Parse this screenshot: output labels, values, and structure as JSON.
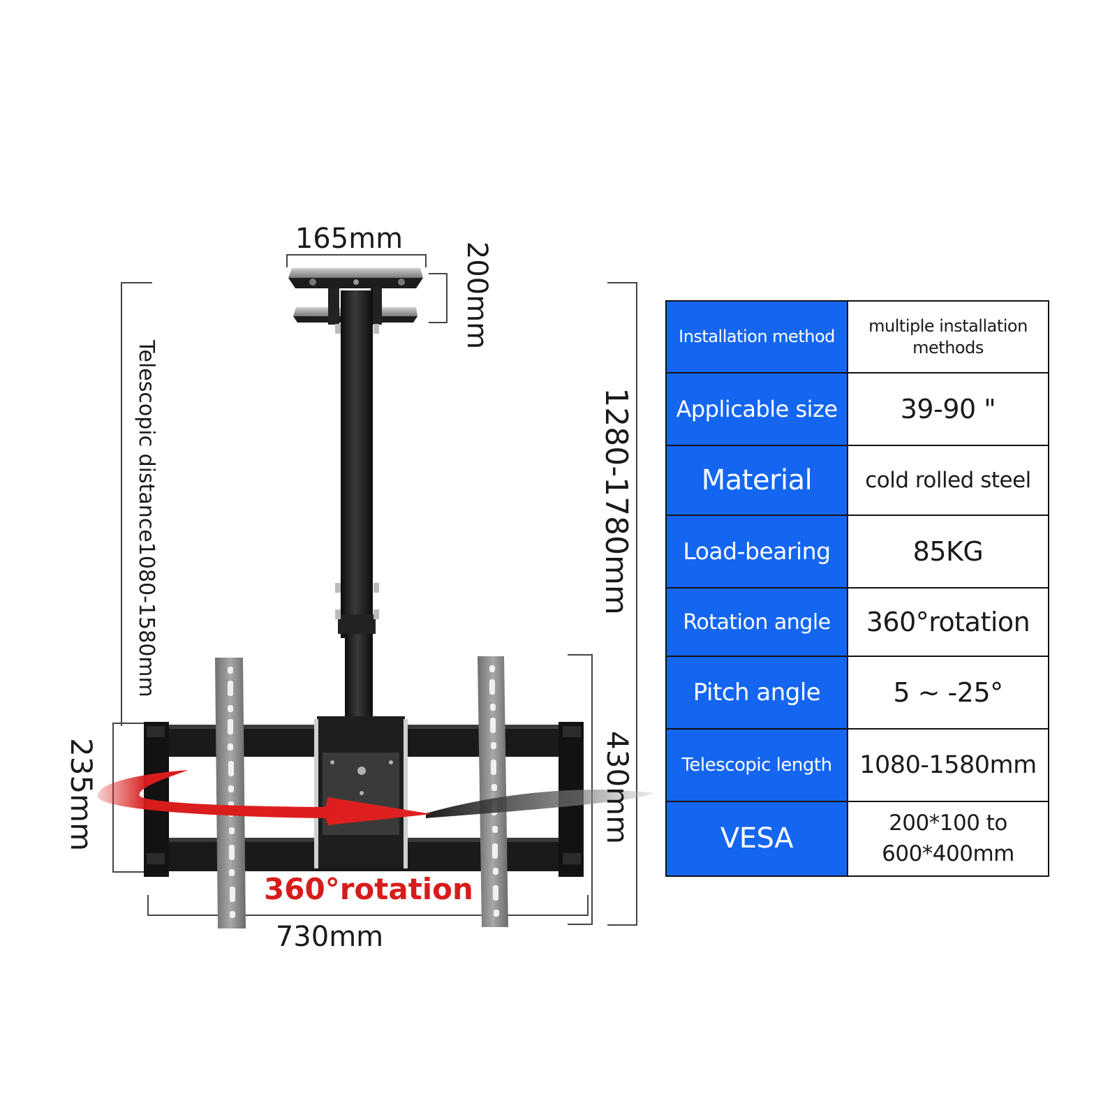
{
  "dimensions": {
    "plate_width": "165mm",
    "plate_height": "200mm",
    "total_height": "1280-1780mm",
    "telescopic_distance": "Telescopic distance1080-1580mm",
    "frame_height": "430mm",
    "bar_height": "235mm",
    "frame_width": "730mm",
    "rotation": "360°rotation"
  },
  "specs": [
    {
      "key": "Installation method",
      "value": "multiple installation methods"
    },
    {
      "key": "Applicable size",
      "value": "39-90 \""
    },
    {
      "key": "Material",
      "value": "cold rolled steel"
    },
    {
      "key": "Load-bearing",
      "value": "85KG"
    },
    {
      "key": "Rotation angle",
      "value": "360°rotation"
    },
    {
      "key": "Pitch angle",
      "value": "5 ~ -25°"
    },
    {
      "key": "Telescopic length",
      "value": "1080-1580mm"
    },
    {
      "key": "VESA",
      "value": "200*100 to 600*400mm"
    }
  ],
  "colors": {
    "key_cell_blue": "#1466f0",
    "rotation_arrow_red": "#d81c1c",
    "mount_black": "#1c1c1c",
    "bracket_gray": "#8a8a8a"
  }
}
